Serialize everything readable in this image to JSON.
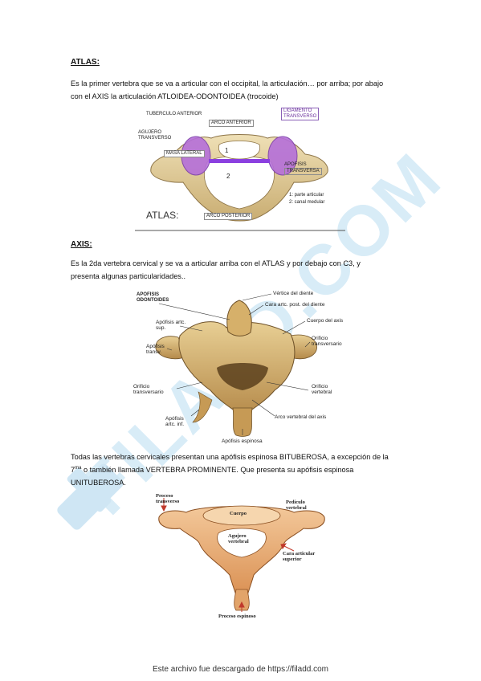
{
  "atlas": {
    "heading": "ATLAS:",
    "para_line1": "Es la primer vertebra que se va a articular con el occipital, la articulación… por arriba; por abajo",
    "para_line2": "con el AXIS la articulación ATLOIDEA-ODONTOIDEA (trocoide)",
    "figure": {
      "title": "ATLAS:",
      "labels": {
        "tuberculo": "TUBERCULO ANTERIOR",
        "arco_anterior": "ARCO ANTERIOR",
        "ligamento_1": "LIGAMENTO",
        "ligamento_2": "TRANSVERSO",
        "agujero_1": "AGUJERO",
        "agujero_2": "TRANSVERSO",
        "masa_lateral": "MASA LATERAL",
        "apofisis_1": "APOFISIS",
        "apofisis_2": "TRANSVERSA",
        "num_1": "1",
        "num_2": "2",
        "legend_1": "1: parte articular",
        "legend_2": "2: canal medular",
        "arco_posterior": "ARCO POSTERIOR"
      }
    }
  },
  "axis": {
    "heading": "AXIS:",
    "para_line1": "Es la 2da vertebra cervical  y se va a articular arriba con el ATLAS y por debajo con C3, y",
    "para_line2": "presenta algunas particularidades..",
    "figure": {
      "labels": {
        "apofisis_odontoides_1": "APOFISIS",
        "apofisis_odontoides_2": "ODONTOIDES",
        "vertice": "Vértice del diente",
        "cara_art_post": "Cara artc. post. del diente",
        "apof_art_sup_1": "Apófisis artc.",
        "apof_art_sup_2": "sup.",
        "cuerpo": "Cuerpo del axis",
        "apof_transv_1": "Apófisis",
        "apof_transv_2": "transv.",
        "orificio_transv_r_1": "Orificio",
        "orificio_transv_r_2": "transversario",
        "orificio_transv_l_1": "Orificio",
        "orificio_transv_l_2": "transversario",
        "orificio_vert_1": "Orificio",
        "orificio_vert_2": "vertebral",
        "apof_art_inf_1": "Apófisis",
        "apof_art_inf_2": "artc. inf.",
        "arco_vertebral": "Arco vertebral del axis",
        "apof_espinosa": "Apófisis espinosa"
      }
    }
  },
  "cervical": {
    "para_line1": "Todas las vertebras cervicales presentan una apófisis espinosa BITUBEROSA,  a excepción de la",
    "para_line2_pre": "7",
    "para_line2_sup": "ma",
    "para_line2_post": " o también llamada VERTEBRA PROMINENTE. Que presenta su apófisis espinosa",
    "para_line3": "UNITUBEROSA.",
    "figure": {
      "labels": {
        "proceso_transverso_1": "Proceso",
        "proceso_transverso_2": "transverso",
        "cuerpo": "Cuerpo",
        "pediculo_1": "Pedículo",
        "pediculo_2": "vertebral",
        "agujero_1": "Agujero",
        "agujero_2": "vertebral",
        "cara_articular_1": "Cara articular",
        "cara_articular_2": "superior",
        "proceso_espinoso": "Proceso espinoso"
      }
    }
  },
  "watermark": {
    "text": "FILADD.COM",
    "color": "#d6eaf6"
  },
  "footer": {
    "text": "Este archivo fue descargado de https://filadd.com"
  }
}
